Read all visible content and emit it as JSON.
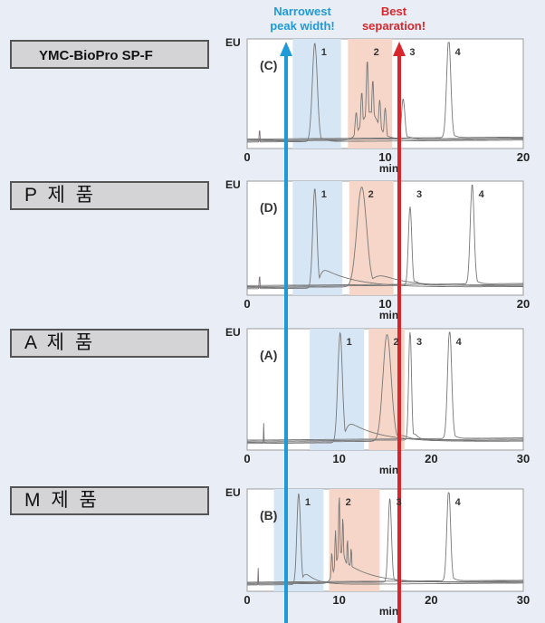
{
  "labels": [
    "YMC-BioPro SP-F",
    "P 제 품",
    "A  제 품",
    "M  제 품"
  ],
  "annotations": {
    "blue_text_1": "Narrowest",
    "blue_text_2": "peak width!",
    "red_text_1": "Best",
    "red_text_2": "separation!",
    "blue_color": "#1e9ad6",
    "red_color": "#d9262c",
    "blue_band_color": "#d6e6f5",
    "red_band_color": "#f6d6c8"
  },
  "chart_data": [
    {
      "type": "line",
      "panel": "(C)",
      "ylabel": "EU",
      "xlabel": "min",
      "xlim": [
        0,
        20
      ],
      "xticks": [
        0,
        10,
        20
      ],
      "blue_band": [
        3.3,
        6.8
      ],
      "red_band": [
        7.3,
        10.5
      ],
      "peaks": [
        {
          "label": "1",
          "rt": 4.9,
          "height": 0.98,
          "width": 0.18,
          "tail": 0.3
        },
        {
          "label": "2",
          "rt": 8.7,
          "height": 0.8,
          "width": 0.6,
          "tail": 0.8,
          "multi": true
        },
        {
          "label": "3",
          "rt": 11.3,
          "height": 0.4,
          "width": 0.12,
          "tail": 0.3
        },
        {
          "label": "4",
          "rt": 14.6,
          "height": 0.98,
          "width": 0.15,
          "tail": 0.2
        }
      ],
      "injection_peak": 0.9
    },
    {
      "type": "line",
      "panel": "(D)",
      "ylabel": "EU",
      "xlabel": "min",
      "xlim": [
        0,
        20
      ],
      "xticks": [
        0,
        10,
        20
      ],
      "blue_band": [
        3.3,
        6.9
      ],
      "red_band": [
        7.4,
        10.6
      ],
      "peaks": [
        {
          "label": "1",
          "rt": 4.9,
          "height": 0.95,
          "width": 0.15,
          "tail": 2.5
        },
        {
          "label": "2",
          "rt": 8.3,
          "height": 0.95,
          "width": 0.35,
          "tail": 2.0
        },
        {
          "label": "3",
          "rt": 11.8,
          "height": 0.75,
          "width": 0.12,
          "tail": 0.3
        },
        {
          "label": "4",
          "rt": 16.3,
          "height": 0.95,
          "width": 0.14,
          "tail": 0.2
        }
      ],
      "injection_peak": 0.9
    },
    {
      "type": "line",
      "panel": "(A)",
      "ylabel": "EU",
      "xlabel": "min",
      "xlim": [
        0,
        30
      ],
      "xticks": [
        0,
        10,
        20,
        30
      ],
      "blue_band": [
        6.8,
        12.7
      ],
      "red_band": [
        13.2,
        17.1
      ],
      "peaks": [
        {
          "label": "1",
          "rt": 10.1,
          "height": 0.98,
          "width": 0.25,
          "tail": 3.5
        },
        {
          "label": "2",
          "rt": 15.2,
          "height": 0.95,
          "width": 0.45,
          "tail": 1.2
        },
        {
          "label": "3",
          "rt": 17.7,
          "height": 0.98,
          "width": 0.15,
          "tail": 0.4
        },
        {
          "label": "4",
          "rt": 22.0,
          "height": 0.98,
          "width": 0.22,
          "tail": 0.3
        }
      ],
      "injection_peak": 1.8
    },
    {
      "type": "line",
      "panel": "(B)",
      "ylabel": "EU",
      "xlabel": "min",
      "xlim": [
        0,
        30
      ],
      "xticks": [
        0,
        10,
        20,
        30
      ],
      "blue_band": [
        2.9,
        8.3
      ],
      "red_band": [
        8.9,
        14.4
      ],
      "peaks": [
        {
          "label": "1",
          "rt": 5.6,
          "height": 0.98,
          "width": 0.2,
          "tail": 1.2
        },
        {
          "label": "2",
          "rt": 10.0,
          "height": 0.95,
          "width": 0.6,
          "tail": 3.0,
          "multi": true
        },
        {
          "label": "3",
          "rt": 15.5,
          "height": 0.9,
          "width": 0.18,
          "tail": 0.3
        },
        {
          "label": "4",
          "rt": 21.9,
          "height": 0.98,
          "width": 0.2,
          "tail": 0.3
        }
      ],
      "injection_peak": 1.2
    }
  ]
}
